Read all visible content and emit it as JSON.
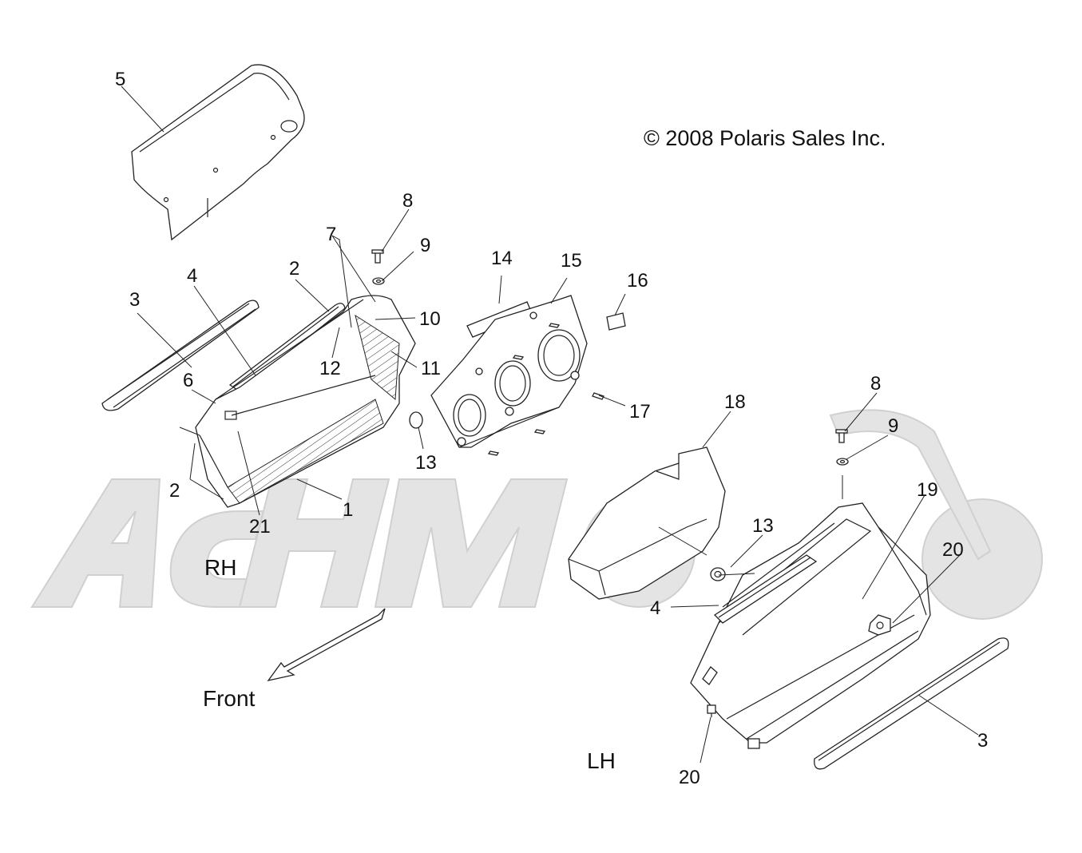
{
  "copyright": "© 2008 Polaris Sales Inc.",
  "orientation": {
    "rh": "RH",
    "lh": "LH",
    "front": "Front"
  },
  "watermark": {
    "text": "ActiMoto"
  },
  "callouts": [
    {
      "id": "c5",
      "text": "5"
    },
    {
      "id": "c8a",
      "text": "8"
    },
    {
      "id": "c9a",
      "text": "9"
    },
    {
      "id": "c7",
      "text": "7"
    },
    {
      "id": "c2a",
      "text": "2"
    },
    {
      "id": "c4a",
      "text": "4"
    },
    {
      "id": "c3a",
      "text": "3"
    },
    {
      "id": "c10",
      "text": "10"
    },
    {
      "id": "c12",
      "text": "12"
    },
    {
      "id": "c11",
      "text": "11"
    },
    {
      "id": "c6",
      "text": "6"
    },
    {
      "id": "c14",
      "text": "14"
    },
    {
      "id": "c15",
      "text": "15"
    },
    {
      "id": "c16",
      "text": "16"
    },
    {
      "id": "c17",
      "text": "17"
    },
    {
      "id": "c13a",
      "text": "13"
    },
    {
      "id": "c2b",
      "text": "2"
    },
    {
      "id": "c21",
      "text": "21"
    },
    {
      "id": "c1",
      "text": "1"
    },
    {
      "id": "c18",
      "text": "18"
    },
    {
      "id": "c8b",
      "text": "8"
    },
    {
      "id": "c9b",
      "text": "9"
    },
    {
      "id": "c13b",
      "text": "13"
    },
    {
      "id": "c19",
      "text": "19"
    },
    {
      "id": "c20a",
      "text": "20"
    },
    {
      "id": "c4b",
      "text": "4"
    },
    {
      "id": "c3b",
      "text": "3"
    },
    {
      "id": "c20b",
      "text": "20"
    }
  ]
}
